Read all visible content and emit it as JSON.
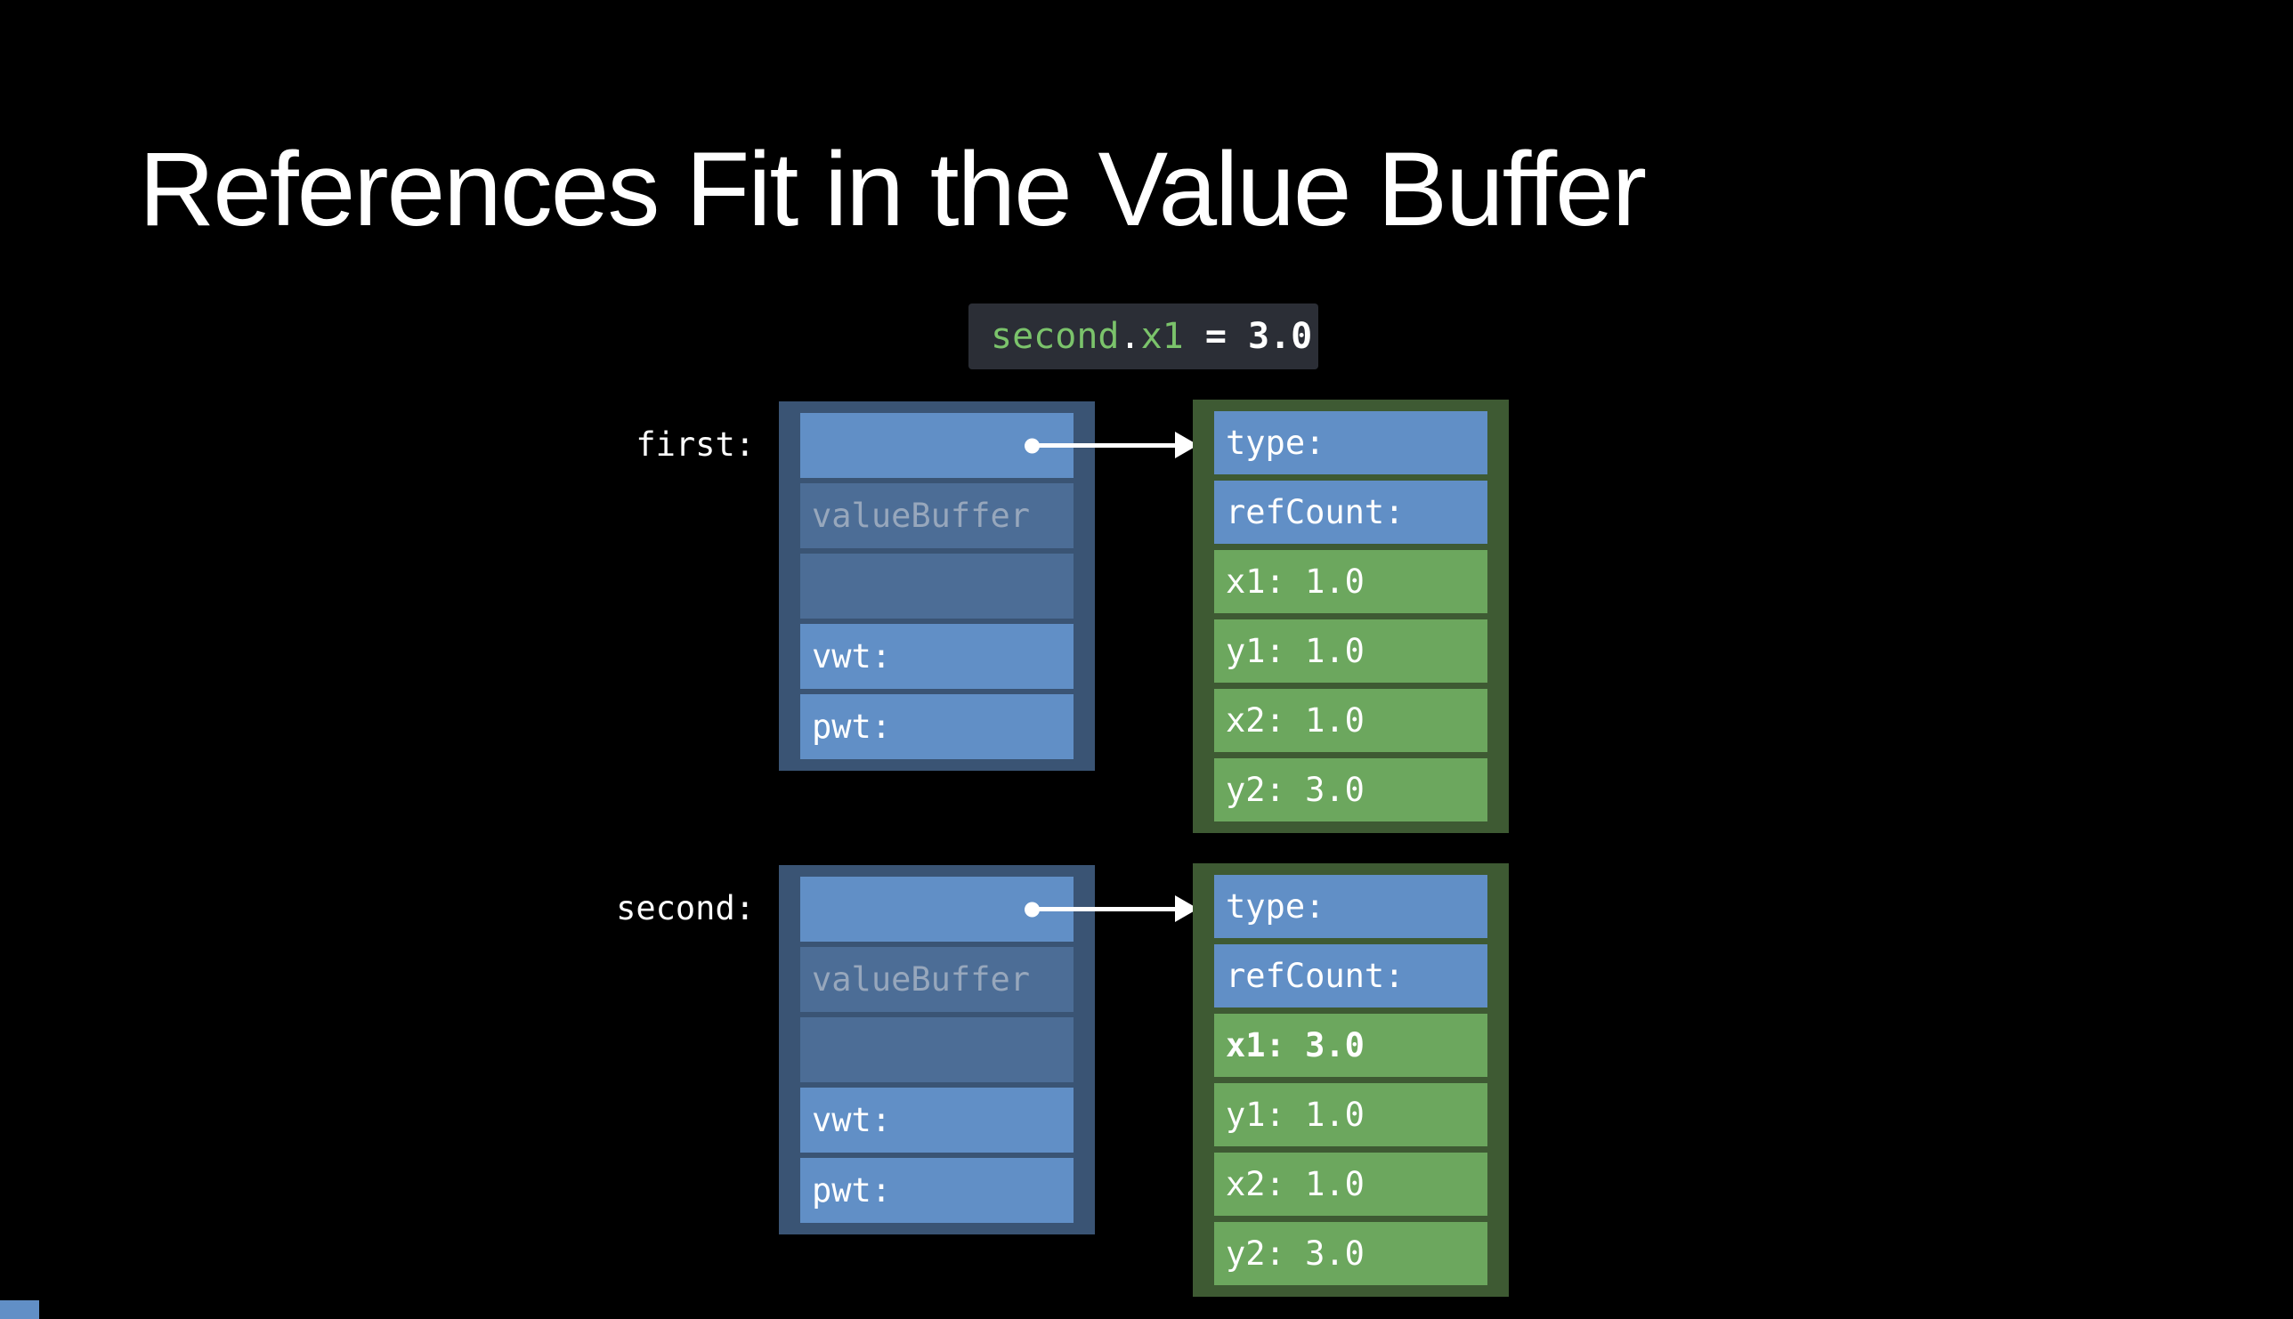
{
  "slide": {
    "title": "References Fit in the Value Buffer",
    "code": {
      "object": "second",
      "dot": ".",
      "property": "x1",
      "equals": " = ",
      "value": "3.0"
    },
    "groups": [
      {
        "label": "first:",
        "stack_box": {
          "pointer_row": "",
          "buffer_label": "valueBuffer",
          "buffer_row2": "",
          "vwt": "vwt:",
          "pwt": "pwt:"
        },
        "heap_box": {
          "type": "type:",
          "refcount": "refCount:",
          "fields": [
            "x1: 1.0",
            "y1: 1.0",
            "x2: 1.0",
            "y2: 3.0"
          ]
        }
      },
      {
        "label": "second:",
        "stack_box": {
          "pointer_row": "",
          "buffer_label": "valueBuffer",
          "buffer_row2": "",
          "vwt": "vwt:",
          "pwt": "pwt:"
        },
        "heap_box": {
          "type": "type:",
          "refcount": "refCount:",
          "fields": [
            "x1: 3.0",
            "y1: 1.0",
            "x2: 1.0",
            "y2: 3.0"
          ],
          "highlighted_field": "x1"
        }
      }
    ],
    "icons": {
      "pointer_dot": "dot-origin",
      "pointer_arrow": "arrow-right"
    },
    "colors": {
      "background": "#000000",
      "bright_blue_cell": "#618FC6",
      "muted_blue_cell": "#4C6D96",
      "blue_box_border": "#3A5474",
      "green_cell": "#6CA75E",
      "green_box_border": "#3E5A33",
      "code_background": "#2B2E36",
      "code_green_text": "#7BC36B",
      "buffer_label_text": "#97A7BC",
      "text_white": "#FFFFFF"
    }
  }
}
